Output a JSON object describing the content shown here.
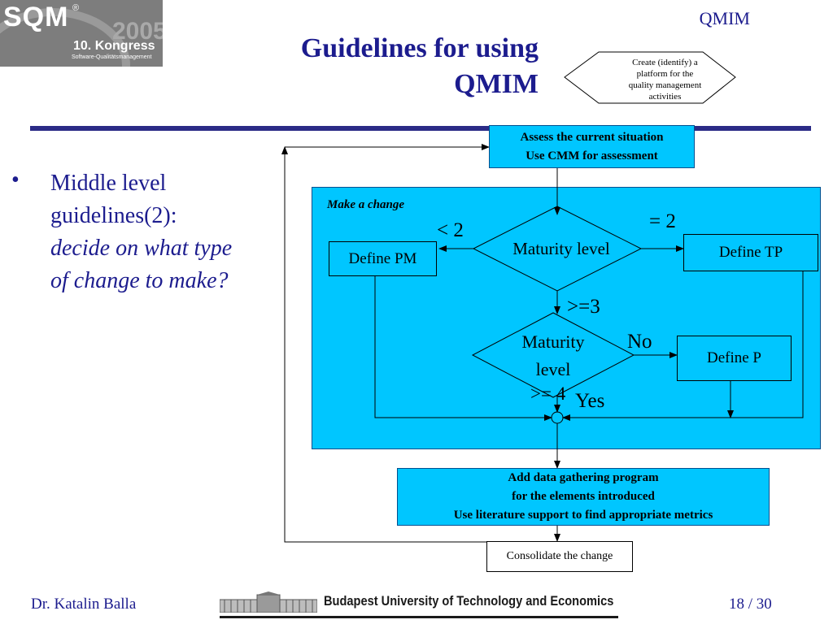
{
  "logo": {
    "brand": "SQM",
    "registered": "®",
    "year": "2005",
    "event": "10. Kongress",
    "subtitle": "Software-Qualitätsmanagement"
  },
  "header": {
    "tag": "QMIM",
    "title_line1": "Guidelines for using",
    "title_line2": "QMIM"
  },
  "bullet": {
    "marker": "•",
    "line1": "Middle level",
    "line2": "guidelines(2):",
    "italic1": "decide on what type",
    "italic2": "of change to make?"
  },
  "diagram": {
    "create_box": {
      "line1": "Create (identify) a",
      "line2": "platform for the",
      "line3": "quality management",
      "line4": "activities"
    },
    "assess_box": {
      "line1": "Assess the current situation",
      "line2": "Use CMM for assessment"
    },
    "area_label": "Make a change",
    "maturity1": "Maturity level",
    "maturity2_line1": "Maturity",
    "maturity2_line2": "level",
    "define_pm": "Define PM",
    "define_tp": "Define TP",
    "define_p": "Define P",
    "labels": {
      "lt2": "< 2",
      "eq2": "= 2",
      "ge3": ">=3",
      "no": "No",
      "ge4": ">= 4",
      "yes": "Yes"
    },
    "data_box": {
      "line1": "Add data gathering program",
      "line2": "for the elements introduced",
      "line3": "Use literature support to find appropriate metrics"
    },
    "consolidate": "Consolidate the change"
  },
  "footer": {
    "author": "Dr. Katalin Balla",
    "university": "Budapest University of Technology and Economics",
    "page": "18 / 30"
  }
}
